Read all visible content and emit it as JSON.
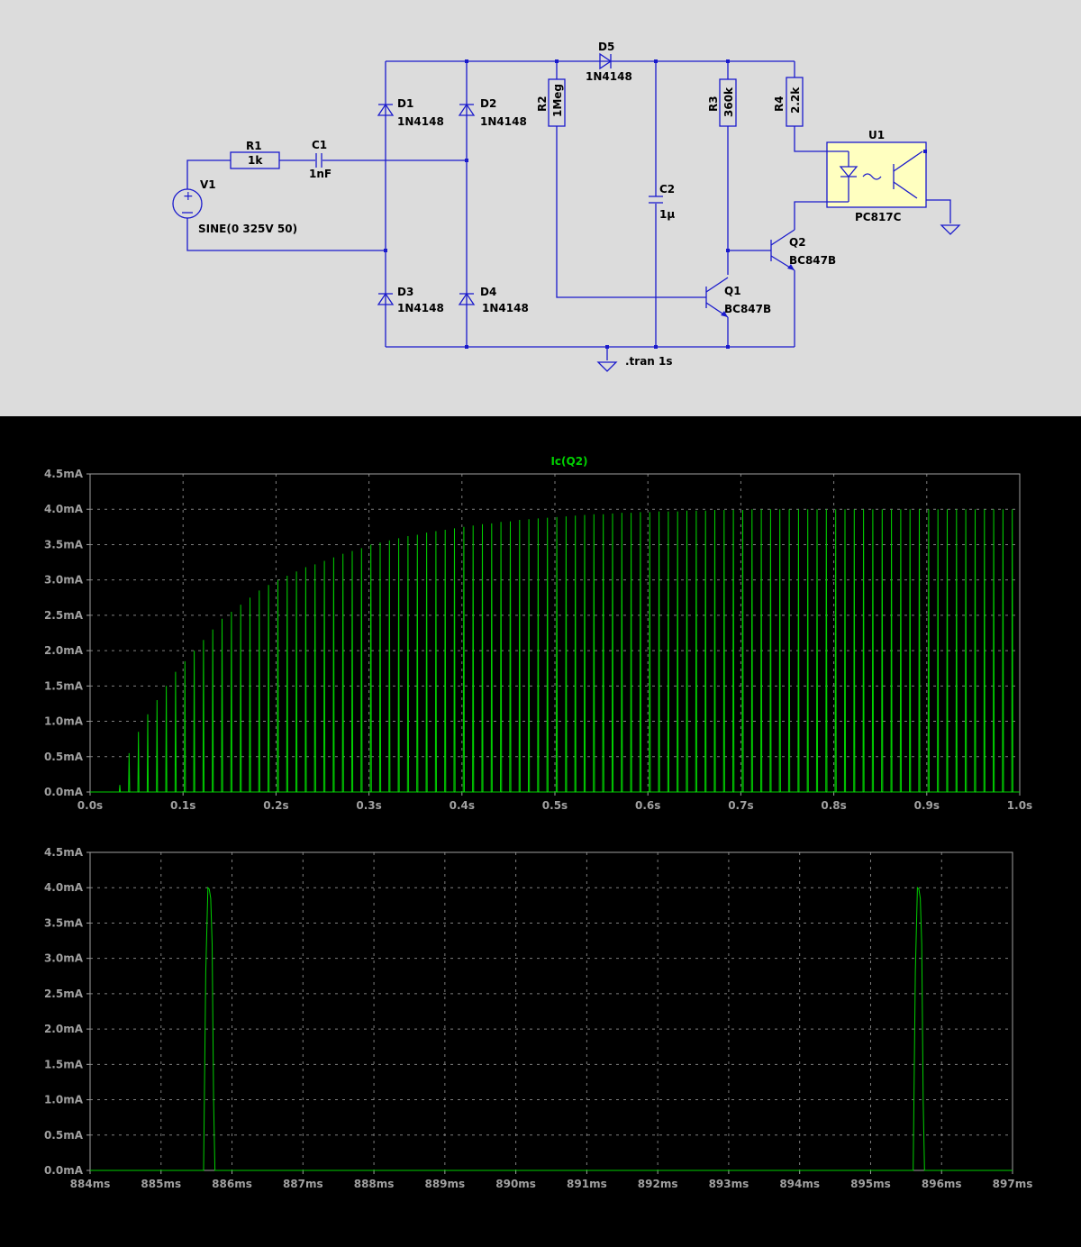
{
  "schematic": {
    "source": {
      "name": "V1",
      "value": "SINE(0 325V 50)"
    },
    "resistors": [
      {
        "name": "R1",
        "value": "1k"
      },
      {
        "name": "R2",
        "value": "1Meg"
      },
      {
        "name": "R3",
        "value": "360k"
      },
      {
        "name": "R4",
        "value": "2.2k"
      }
    ],
    "capacitors": [
      {
        "name": "C1",
        "value": "1nF"
      },
      {
        "name": "C2",
        "value": "1µ"
      }
    ],
    "diodes": [
      {
        "name": "D1",
        "model": "1N4148"
      },
      {
        "name": "D2",
        "model": "1N4148"
      },
      {
        "name": "D3",
        "model": "1N4148"
      },
      {
        "name": "D4",
        "model": "1N4148"
      },
      {
        "name": "D5",
        "model": "1N4148"
      }
    ],
    "transistors": [
      {
        "name": "Q1",
        "model": "BC847B"
      },
      {
        "name": "Q2",
        "model": "BC847B"
      }
    ],
    "optocoupler": {
      "name": "U1",
      "model": "PC817C"
    },
    "directive": ".tran 1s",
    "colors": {
      "background": "#dcdcdc",
      "wire": "#1a1acc",
      "optocoupler_fill": "#ffffc0"
    }
  },
  "chart_data": [
    {
      "type": "line",
      "title": "Ic(Q2)",
      "x_unit": "s",
      "xlim": [
        0,
        1.0
      ],
      "ylim": [
        0,
        4.5
      ],
      "x_ticks": [
        "0.0s",
        "0.1s",
        "0.2s",
        "0.3s",
        "0.4s",
        "0.5s",
        "0.6s",
        "0.7s",
        "0.8s",
        "0.9s",
        "1.0s"
      ],
      "y_ticks": [
        "0.0mA",
        "0.5mA",
        "1.0mA",
        "1.5mA",
        "2.0mA",
        "2.5mA",
        "3.0mA",
        "3.5mA",
        "4.0mA",
        "4.5mA"
      ],
      "grid": true,
      "series": [
        {
          "name": "Ic(Q2)",
          "color": "#00d000",
          "description": "pulse train every 10ms; pulse peak (mA) approaches 4.0mA",
          "pulse_period": 0.01,
          "peaks_mA": [
            0,
            0,
            0,
            0.1,
            0.55,
            0.85,
            1.1,
            1.3,
            1.5,
            1.7,
            1.85,
            2.0,
            2.15,
            2.3,
            2.45,
            2.55,
            2.65,
            2.75,
            2.85,
            2.93,
            3.0,
            3.06,
            3.12,
            3.18,
            3.22,
            3.27,
            3.32,
            3.37,
            3.41,
            3.45,
            3.5,
            3.53,
            3.56,
            3.59,
            3.62,
            3.64,
            3.67,
            3.69,
            3.71,
            3.73,
            3.75,
            3.77,
            3.79,
            3.8,
            3.82,
            3.83,
            3.85,
            3.86,
            3.87,
            3.88,
            3.89,
            3.9,
            3.91,
            3.92,
            3.93,
            3.93,
            3.94,
            3.95,
            3.95,
            3.96,
            3.96,
            3.97,
            3.97,
            3.97,
            3.98,
            3.98,
            3.98,
            3.99,
            3.99,
            3.99,
            3.99,
            4.0,
            4.0,
            4.0,
            4.0,
            4.0,
            4.0,
            4.0,
            4.0,
            4.0,
            4.0,
            4.0,
            4.0,
            4.0,
            4.0,
            4.0,
            4.0,
            4.0,
            4.0,
            4.0,
            4.0,
            4.0,
            4.0,
            4.0,
            4.0,
            4.0,
            4.0,
            4.0,
            4.0,
            4.0,
            4.0
          ]
        }
      ]
    },
    {
      "type": "line",
      "title": "",
      "x_unit": "ms",
      "xlim": [
        884,
        897
      ],
      "ylim": [
        0,
        4.5
      ],
      "x_ticks": [
        "884ms",
        "885ms",
        "886ms",
        "887ms",
        "888ms",
        "889ms",
        "890ms",
        "891ms",
        "892ms",
        "893ms",
        "894ms",
        "895ms",
        "896ms",
        "897ms"
      ],
      "y_ticks": [
        "0.0mA",
        "0.5mA",
        "1.0mA",
        "1.5mA",
        "2.0mA",
        "2.5mA",
        "3.0mA",
        "3.5mA",
        "4.0mA",
        "4.5mA"
      ],
      "grid": true,
      "series": [
        {
          "name": "Ic(Q2)",
          "color": "#00d000",
          "x": [
            884,
            885.6,
            885.63,
            885.66,
            885.68,
            885.7,
            885.72,
            885.74,
            885.76,
            895.6,
            895.63,
            895.66,
            895.68,
            895.7,
            895.72,
            895.74,
            895.76,
            897
          ],
          "y": [
            0,
            0,
            2.8,
            4.0,
            3.98,
            3.85,
            3.2,
            1.0,
            0,
            0,
            2.8,
            4.0,
            3.98,
            3.85,
            3.2,
            1.0,
            0,
            0
          ]
        }
      ]
    }
  ]
}
